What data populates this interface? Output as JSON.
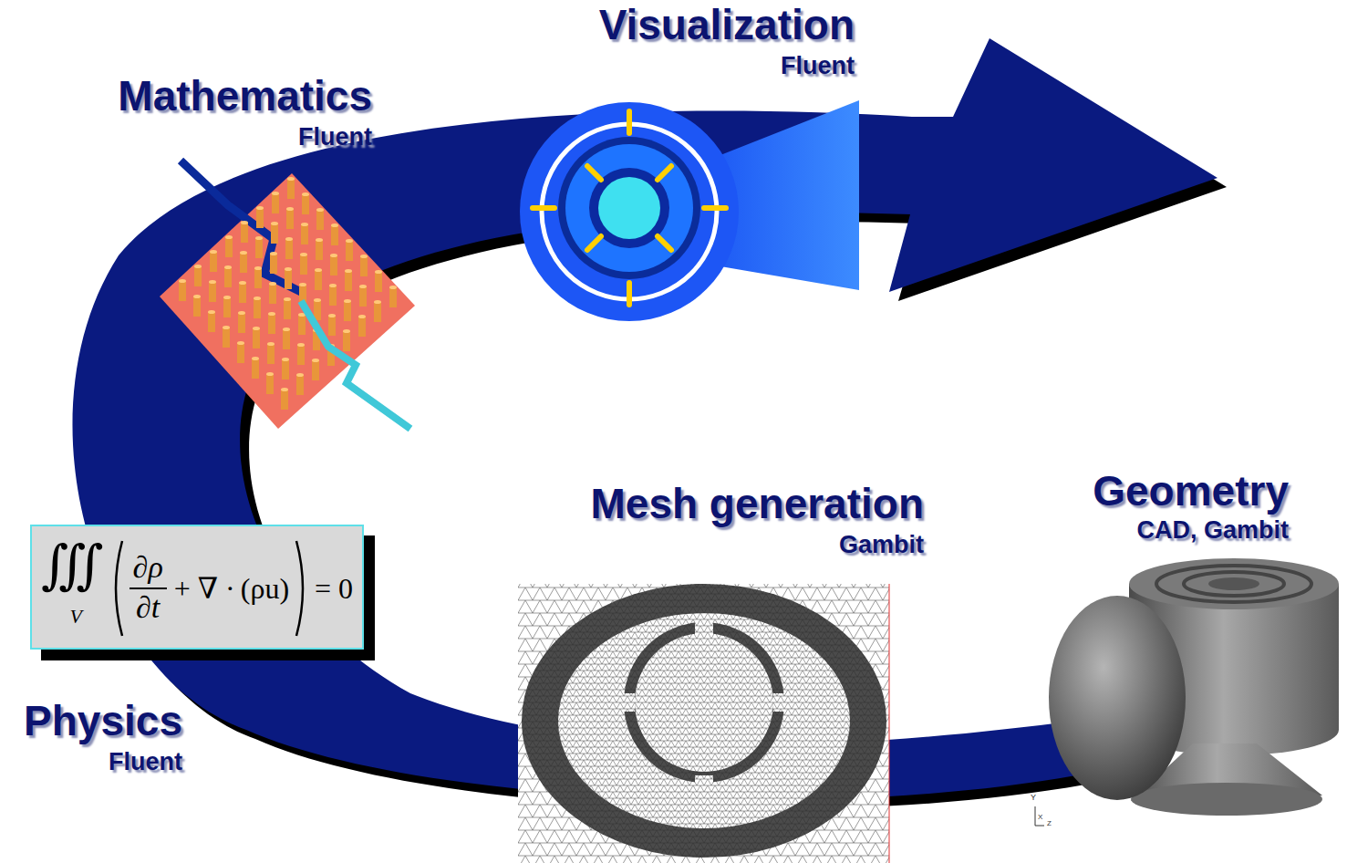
{
  "diagram": {
    "nodes": [
      {
        "text": [
          "∭",
          "V",
          "∂ρ",
          "∂t",
          "+ ∇ ·",
          "(ρu)",
          "= 0"
        ]
      }
    ],
    "labels": [
      "Visualization",
      "Fluent",
      "Mathematics",
      "Fluent",
      "Mesh generation",
      "Gambit",
      "Geometry",
      "CAD, Gambit",
      "Physics",
      "Fluent",
      "Y",
      "X",
      "Z"
    ]
  }
}
